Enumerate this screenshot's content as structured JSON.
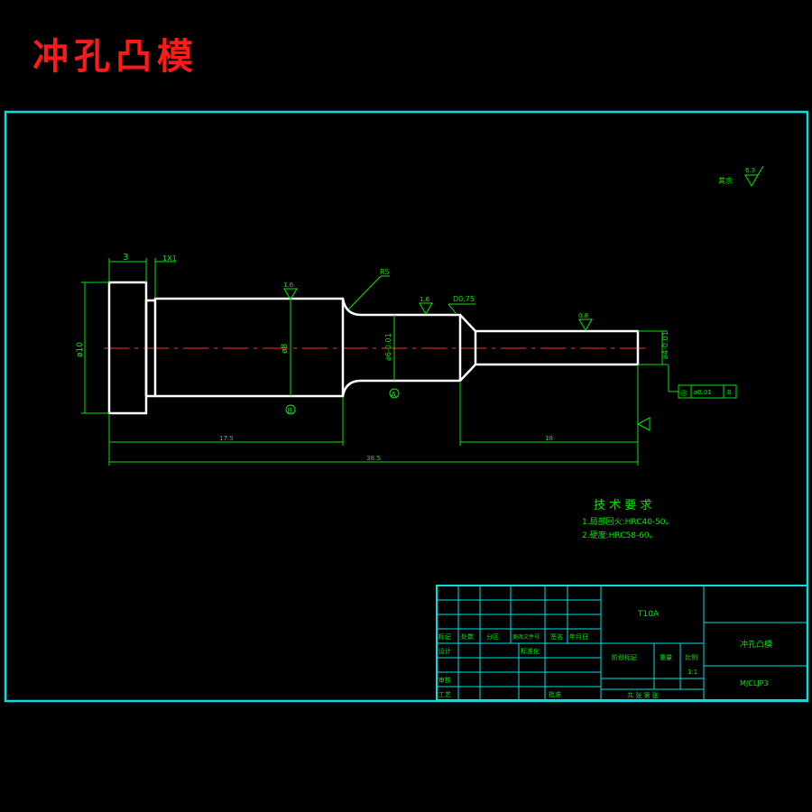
{
  "title": "冲孔凸模",
  "colors": {
    "background": "#000000",
    "title": "#ff1a1a",
    "frame": "#00e0e0",
    "part_outline": "#ffffff",
    "dimension": "#00e600",
    "centerline": "#ff3030"
  },
  "dimensions": {
    "head_width": "3",
    "chamfer": "1X1",
    "radius": "R5",
    "taper": "D0.75",
    "dia_head": "ø10",
    "dia_body": "ø8",
    "dia_neck": "ø6-0.01",
    "dia_tip": "ø4-0.01",
    "len_body": "17.5",
    "len_tip": "18",
    "len_total": "38.5"
  },
  "roughness": {
    "body": "1.6",
    "neck": "1.6",
    "tip": "0.8",
    "other": "6.3",
    "other_label": "其余"
  },
  "datum_labels": {
    "b": "B",
    "a": "A"
  },
  "tolerance_frame": {
    "symbol": "◎",
    "value": "ø0.01",
    "datum": "B"
  },
  "tech_req": {
    "title": "技 术 要 求",
    "lines": [
      "1.局部回火:HRC40-50。",
      "2.硬度:HRC58-60。"
    ]
  },
  "title_block": {
    "material": "T10A",
    "part_name": "冲孔凸模",
    "drawing_no": "MJCLJP3",
    "scale": "1:1",
    "headers": [
      "标记",
      "处数",
      "分区",
      "更改文件号",
      "签名",
      "年月日"
    ],
    "design": "设计",
    "standard": "标准化",
    "review": "审核",
    "process": "工艺",
    "approve": "批准",
    "stage": "阶段标记",
    "weight": "重量",
    "ratio": "比例",
    "sheets": "共 张 第 张"
  }
}
